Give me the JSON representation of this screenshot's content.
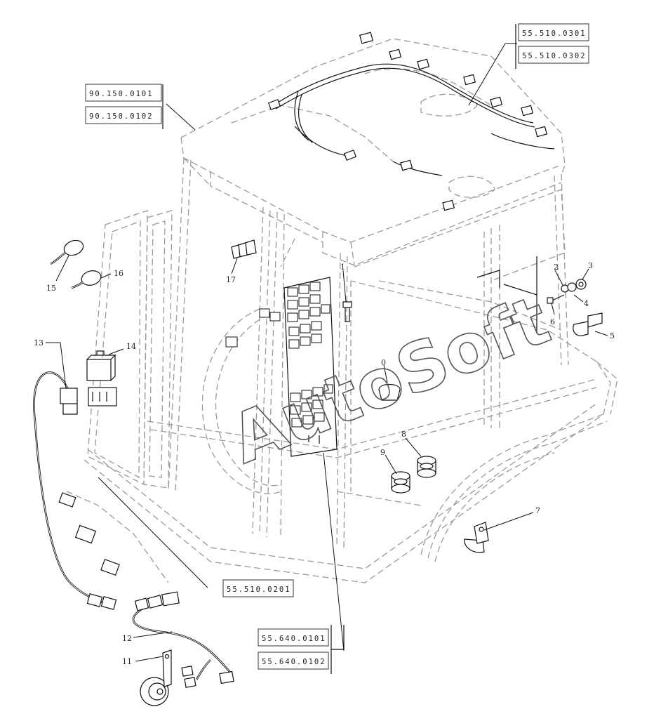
{
  "watermark": "AutoSoft",
  "references": {
    "cab_frame_1": "90.150.0101",
    "cab_frame_2": "90.150.0102",
    "roof_harness_1": "55.510.0301",
    "roof_harness_2": "55.510.0302",
    "front_harness": "55.510.0201",
    "fuse_box_1": "55.640.0101",
    "fuse_box_2": "55.640.0102"
  },
  "callouts": {
    "c1": "1",
    "c2": "2",
    "c3": "3",
    "c4": "4",
    "c5": "5",
    "c6": "6",
    "c7": "7",
    "c8": "8",
    "c9": "9",
    "c10": "0",
    "c11": "11",
    "c12": "12",
    "c13": "13",
    "c14": "14",
    "c15": "15",
    "c16": "16",
    "c17": "17"
  }
}
